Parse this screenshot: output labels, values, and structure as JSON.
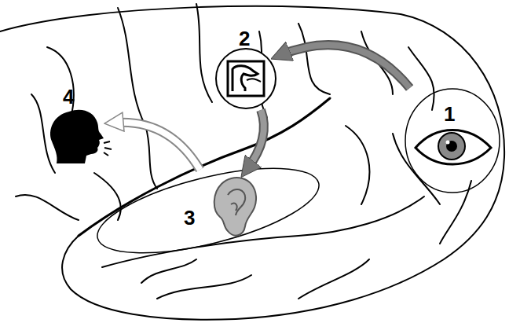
{
  "diagram": {
    "nodes": [
      {
        "text": [
          "1"
        ]
      },
      {
        "text": [
          "2"
        ]
      },
      {
        "text": [
          "3"
        ]
      },
      {
        "text": [
          "4"
        ]
      }
    ],
    "edges": [
      {
        "from": 0,
        "to": 1,
        "arrow": "to"
      },
      {
        "from": 1,
        "to": 2,
        "arrow": "to"
      },
      {
        "from": 2,
        "to": 3,
        "arrow": "to"
      }
    ]
  }
}
